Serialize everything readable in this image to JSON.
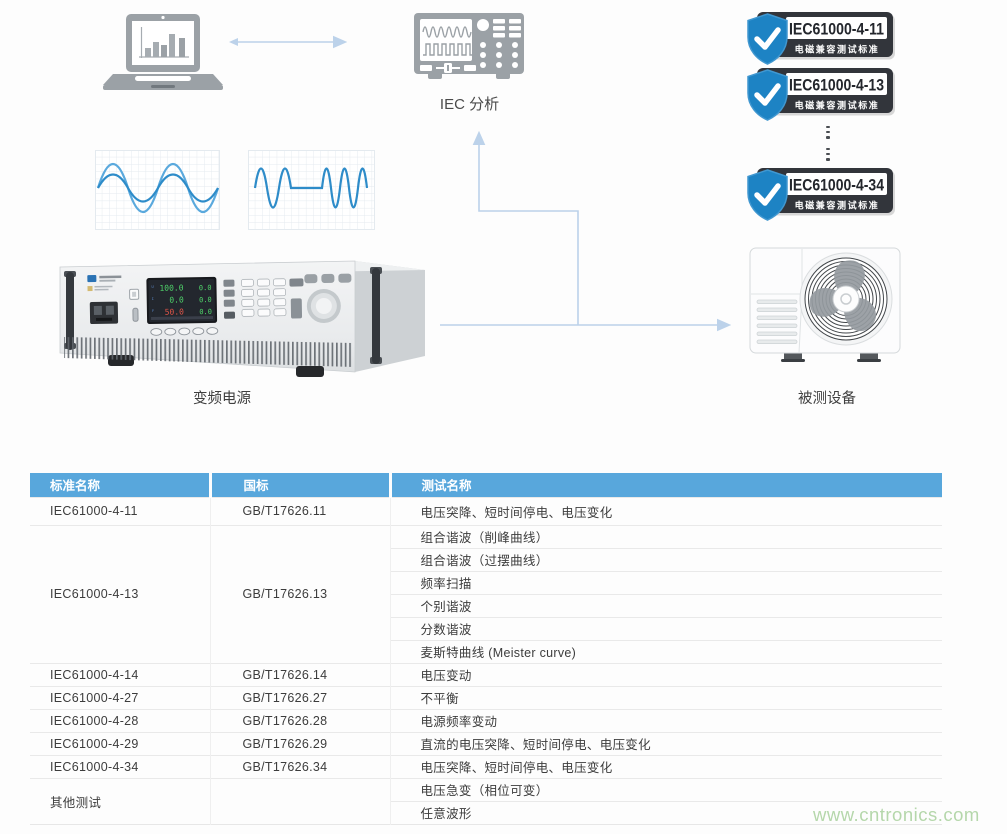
{
  "diagram": {
    "iec_label": "IEC 分析",
    "source_label": "变频电源",
    "dut_label": "被测设备",
    "badges": [
      {
        "label": "IEC61000-4-11",
        "subtitle": "电磁兼容测试标准"
      },
      {
        "label": "IEC61000-4-13",
        "subtitle": "电磁兼容测试标准"
      },
      {
        "label": "IEC61000-4-34",
        "subtitle": "电磁兼容测试标准"
      }
    ],
    "device_display": {
      "rows": [
        {
          "left": "100.0",
          "right": "0.0"
        },
        {
          "left": "0.0",
          "right": "0.0"
        },
        {
          "left": "50.0",
          "right": "0.0"
        }
      ]
    },
    "colors": {
      "wave_blue_light": "#5aa9dd",
      "wave_blue_dark": "#2e8cc9",
      "arrow": "#bcd2ea",
      "shield_blue": "#1d83c4",
      "badge_dark": "#32353b",
      "header_blue": "#58a7dc"
    }
  },
  "table": {
    "headers": [
      "标准名称",
      "国标",
      "测试名称"
    ],
    "rows": [
      {
        "standard": "IEC61000-4-11",
        "gb": "GB/T17626.11",
        "tests": [
          "电压突降、短时间停电、电压变化"
        ]
      },
      {
        "standard": "IEC61000-4-13",
        "gb": "GB/T17626.13",
        "tests": [
          "组合谐波（削峰曲线）",
          "组合谐波（过摆曲线）",
          "频率扫描",
          "个别谐波",
          "分数谐波",
          "麦斯特曲线 (Meister curve)"
        ]
      },
      {
        "standard": "IEC61000-4-14",
        "gb": "GB/T17626.14",
        "tests": [
          "电压变动"
        ]
      },
      {
        "standard": "IEC61000-4-27",
        "gb": "GB/T17626.27",
        "tests": [
          "不平衡"
        ]
      },
      {
        "standard": "IEC61000-4-28",
        "gb": "GB/T17626.28",
        "tests": [
          "电源频率变动"
        ]
      },
      {
        "standard": "IEC61000-4-29",
        "gb": "GB/T17626.29",
        "tests": [
          "直流的电压突降、短时间停电、电压变化"
        ]
      },
      {
        "standard": "IEC61000-4-34",
        "gb": "GB/T17626.34",
        "tests": [
          "电压突降、短时间停电、电压变化"
        ]
      },
      {
        "standard": "其他测试",
        "gb": "",
        "tests": [
          "电压急变（相位可变）",
          "任意波形"
        ]
      }
    ]
  },
  "watermark": "www.cntronics.com"
}
